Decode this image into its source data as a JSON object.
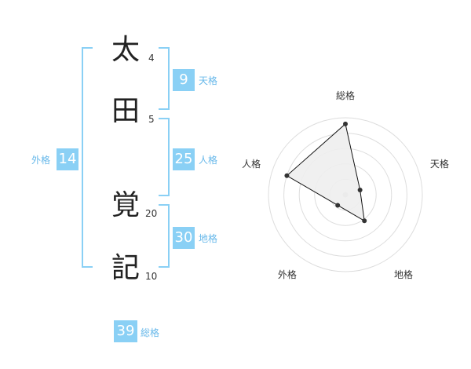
{
  "name": {
    "characters": [
      {
        "char": "太",
        "strokes": "4"
      },
      {
        "char": "田",
        "strokes": "5"
      },
      {
        "char": "覚",
        "strokes": "20"
      },
      {
        "char": "記",
        "strokes": "10"
      }
    ]
  },
  "fortunes": {
    "tenkaku": {
      "value": "9",
      "label": "天格"
    },
    "jinkaku": {
      "value": "25",
      "label": "人格"
    },
    "chikaku": {
      "value": "30",
      "label": "地格"
    },
    "gaikaku": {
      "value": "14",
      "label": "外格"
    },
    "soukaku": {
      "value": "39",
      "label": "総格"
    }
  },
  "radar": {
    "axes": [
      "総格",
      "天格",
      "地格",
      "外格",
      "人格"
    ],
    "values": [
      0.92,
      0.2,
      0.42,
      0.17,
      0.8
    ],
    "rings": 5,
    "line_color": "#111111",
    "fill_color": "#eeeeee",
    "ring_color": "#dddddd"
  },
  "colors": {
    "accent": "#8ad0f5",
    "accent_text": "#67b8ea"
  }
}
